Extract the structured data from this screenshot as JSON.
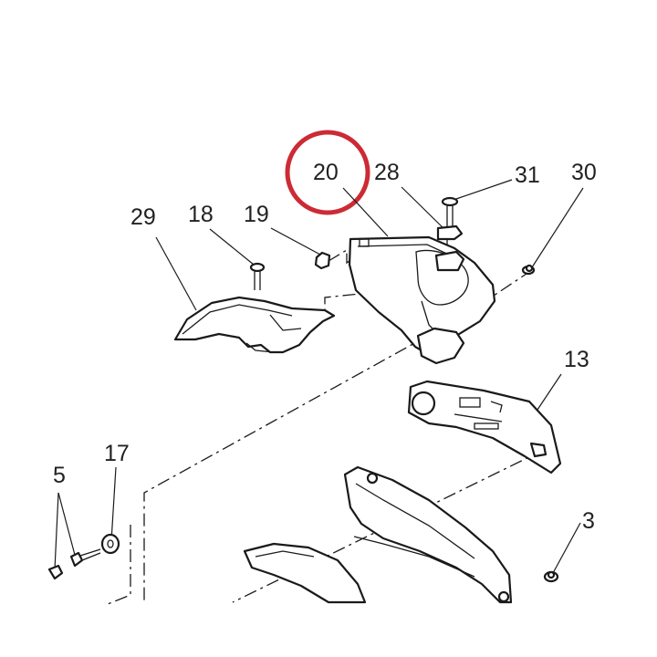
{
  "diagram": {
    "callouts": {
      "c20": "20",
      "c28": "28",
      "c31": "31",
      "c30": "30",
      "c29": "29",
      "c18": "18",
      "c19": "19",
      "c13": "13",
      "c5": "5",
      "c17": "17",
      "c3_partial": "3"
    },
    "highlight_color": "#cc2b36",
    "line_color": "#1a1a1a"
  }
}
